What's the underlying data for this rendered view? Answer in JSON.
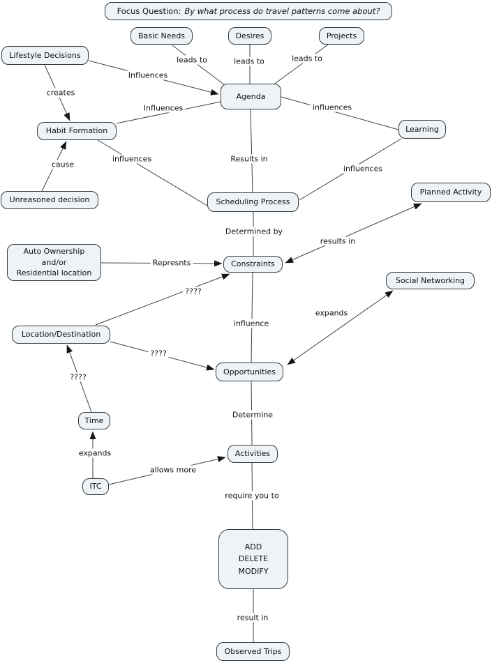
{
  "colors": {
    "background": "#ffffff",
    "node_fill": "#edf3f6",
    "node_border": "#35393c",
    "line": "#3f3f3f",
    "text": "#101010"
  },
  "focus_question": {
    "prefix": "Focus Question:",
    "question": "By what process do travel patterns come about?"
  },
  "nodes": {
    "lifestyle": "Lifestyle Decisions",
    "basic_needs": "Basic Needs",
    "desires": "Desires",
    "projects": "Projects",
    "agenda": "Agenda",
    "habit": "Habit Formation",
    "learning": "Learning",
    "unreasoned": "Unreasoned decision",
    "scheduling": "Scheduling Process",
    "planned": "Planned Activity",
    "auto": "Auto Ownership\nand/or\nResidential location",
    "constraints": "Constraints",
    "social": "Social Networking",
    "location": "Location/Destination",
    "opportunities": "Opportunities",
    "time": "Time",
    "activities": "Activities",
    "itc": "ITC",
    "add_delete_modify": "ADD\nDELETE\nMODIFY",
    "observed": "Observed Trips"
  },
  "edge_labels": {
    "basic_agenda": "leads to",
    "desires_agenda": "leads to",
    "projects_agenda": "leads to",
    "lifestyle_agenda": "Influences",
    "lifestyle_habit": "creates",
    "habit_agenda": "Influences",
    "agenda_learning": "influences",
    "unreasoned_habit": "cause",
    "habit_scheduling": "influences",
    "agenda_scheduling": "Results in",
    "learning_scheduling": "influences",
    "scheduling_constraints": "Determined by",
    "planned_constraints": "results in",
    "auto_constraints": "Represnts",
    "location_constraints": "????",
    "constraints_opportunities": "influence",
    "opportunities_social": "expands",
    "location_opportunities": "????",
    "time_location": "????",
    "itc_time": "expands",
    "itc_activities": "allows more",
    "opportunities_activities": "Determine",
    "activities_addmod": "require you to",
    "addmod_observed": "result in"
  }
}
